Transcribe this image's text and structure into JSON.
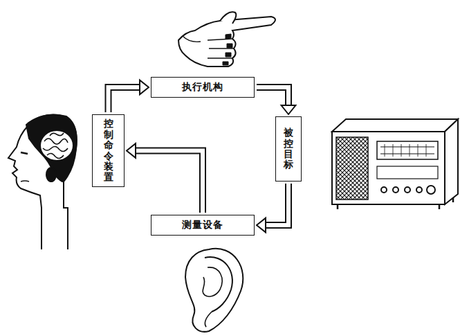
{
  "diagram": {
    "nodes": [
      {
        "text": [
          "执行机构"
        ]
      },
      {
        "text": [
          "控制命令装置"
        ]
      },
      {
        "text": [
          "被控目标"
        ]
      },
      {
        "text": [
          "测量设备"
        ]
      }
    ],
    "edges": [
      {
        "from": 1,
        "to": 0,
        "arrow": "to"
      },
      {
        "from": 0,
        "to": 2,
        "arrow": "to"
      },
      {
        "from": 2,
        "to": 3,
        "arrow": "to"
      },
      {
        "from": 3,
        "to": 1,
        "arrow": "to"
      }
    ]
  }
}
